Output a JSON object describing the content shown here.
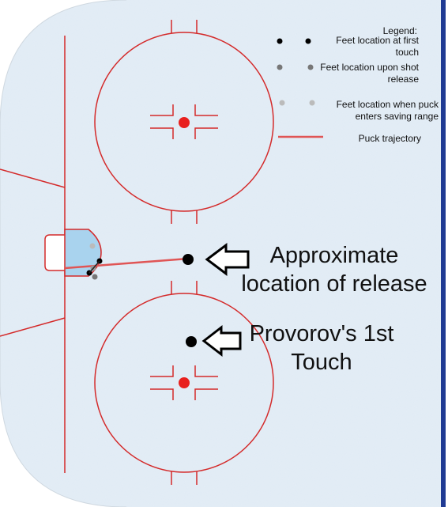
{
  "legend": {
    "title": "Legend:",
    "items": [
      {
        "label": "Feet location at first touch",
        "color": "#000000"
      },
      {
        "label": "Feet location upon shot release",
        "color": "#777777"
      },
      {
        "label": "Feet location when puck enters saving range",
        "color": "#bbbbbb"
      },
      {
        "label": "Puck trajectory",
        "color": "#e05555"
      }
    ]
  },
  "annotations": {
    "release": "Approximate location of release",
    "first_touch": "Provorov's 1st Touch"
  },
  "colors": {
    "ice": "#dfeaf4",
    "rink_lines": "#d42a2a",
    "faceoff_dot": "#e8201e",
    "crease": "#a9d3ee",
    "blue_line": "#1f3a93"
  }
}
